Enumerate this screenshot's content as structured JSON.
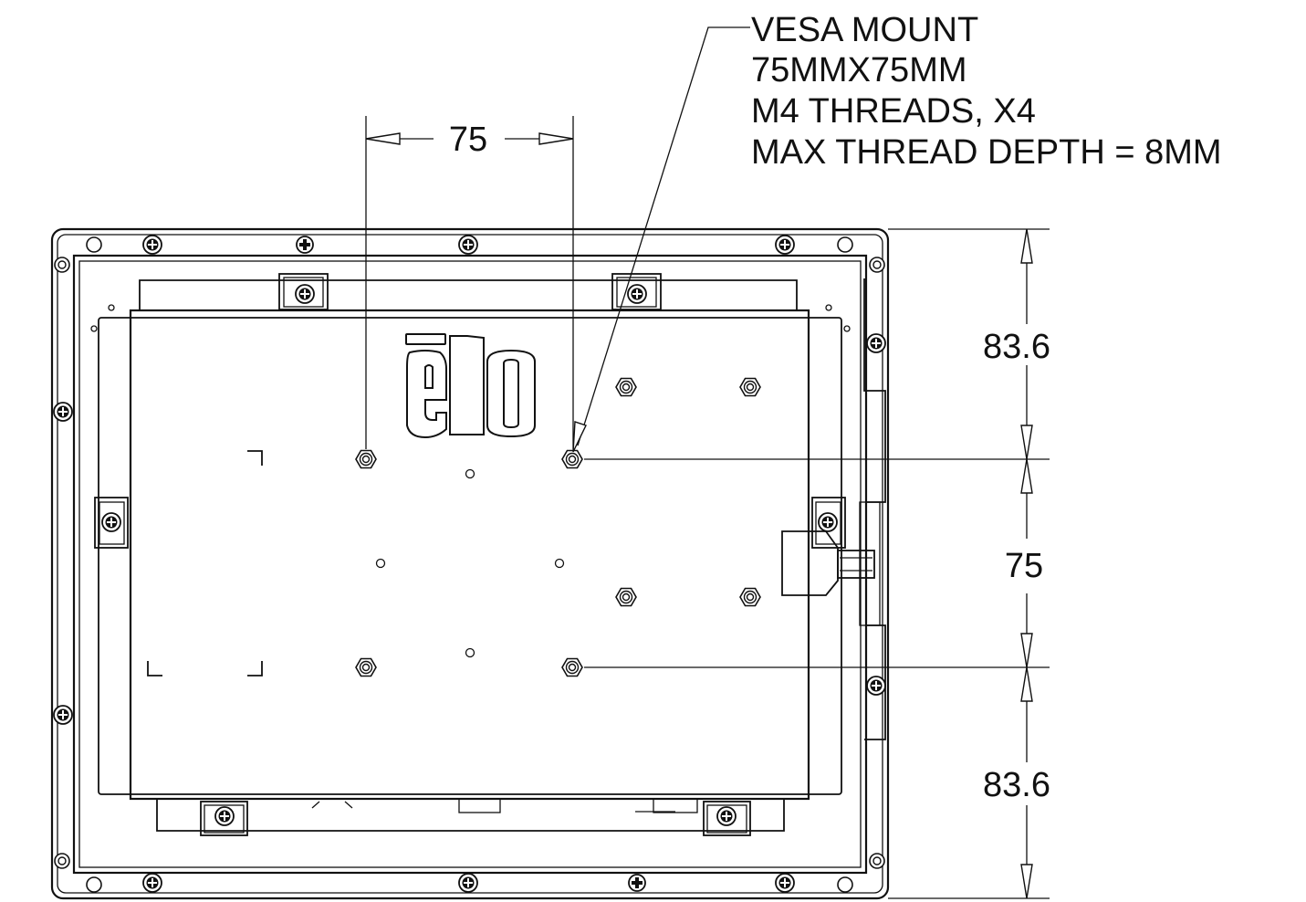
{
  "callout": {
    "line1": "VESA MOUNT",
    "line2": "75MMX75MM",
    "line3": "M4 THREADS, X4",
    "line4": "MAX THREAD DEPTH = 8MM"
  },
  "dimensions": {
    "horizontal_spacing": "75",
    "top_offset": "83.6",
    "vertical_spacing": "75",
    "bottom_offset": "83.6"
  },
  "logo": {
    "brand_icon": "elo-logo-icon"
  },
  "colors": {
    "line": "#111111",
    "background": "#ffffff"
  }
}
